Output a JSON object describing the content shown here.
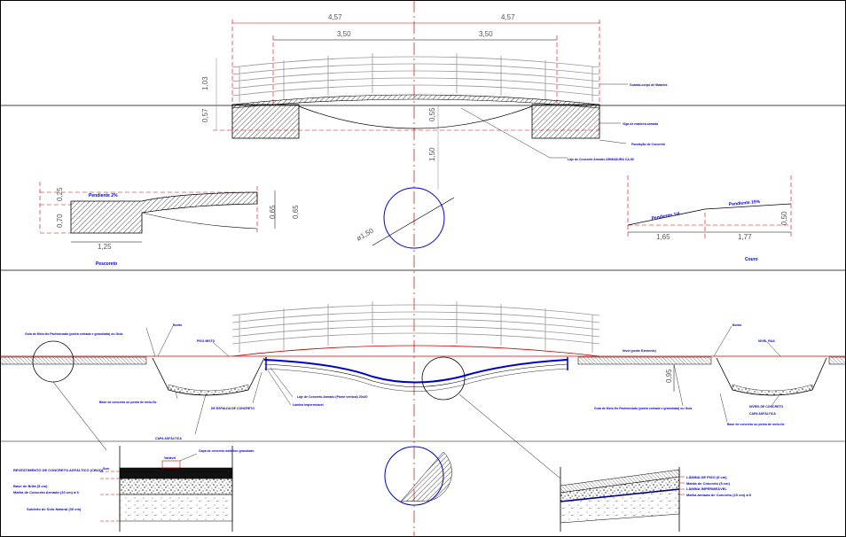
{
  "top_view": {
    "dim_4_57_left": "4,57",
    "dim_4_57_right": "4,57",
    "dim_3_50_left": "3,50",
    "dim_3_50_right": "3,50",
    "dim_1_03": "1,03",
    "dim_0_57": "0,57",
    "dim_0_55": "0,55",
    "dim_1_50": "1,50",
    "label_railing": "Guarda-corpo de Madeira",
    "label_wood_beam": "Viga de madeira armada",
    "label_base": "Fundação de Concreto",
    "label_slab": "Laje de Concreto Armado ARMADURA CA-50"
  },
  "section_detail_left": {
    "slope_label": "Pendiente 2%",
    "dim_0_25": "0,25",
    "dim_0_70": "0,70",
    "dim_1_25": "1,25",
    "dim_0_65a": "0,65",
    "dim_0_65b": "0,65",
    "title": "Pescoreto"
  },
  "pipe_detail": {
    "dim_phi": "ø1,50"
  },
  "section_detail_right": {
    "slope_1": "Pendiente 1/4",
    "slope_2": "Pendiente 15%",
    "dim_1_65": "1,65",
    "dim_1_77": "1,77",
    "dim_0_50": "0,50",
    "title": "Couro"
  },
  "elevation": {
    "label_left_1": "Guia de Meio-fio Padronizado (pedra cortada e granulada) ou Guia",
    "label_left_2": "Bordo",
    "label_left_3": "PISO MISTO",
    "label_left_4": "Base de concreto ou pedra de meio-fio",
    "label_left_5": "DE ESPALDA DE CONCRETO",
    "label_left_6": "CAPA ASFÁLTICA",
    "label_center_1": "Laje de Concreto Armado (Ponte vertical) 20x20",
    "label_center_2": "Lâmina impermeável",
    "label_right_1": "Guia de Meio-fio Padronizado (pedra cortada e granulada) ou Guia",
    "label_right_2": "Bordo",
    "label_right_3": "Nível (ponte Existente)",
    "label_right_4": "NÍVEL RUA",
    "label_right_5": "NÍVEIS DE CONCRETO",
    "label_right_6": "CAPA ASFÁLTICA",
    "label_right_7": "Base de concreto ou pedra de meio-fio",
    "dim_0_95": "0,95"
  },
  "detail_left": {
    "layer_1": "REVESTIMENTO DE CONCRETO ASFÁLTICO (CBUQ)",
    "layer_2": "Base de Brita (5 cm)",
    "layer_3": "Malha de Concreto Armado (10 cm) ø 6",
    "layer_4": "Subleito de Solo Natural (30 cm)",
    "callout_1": "Variável",
    "callout_2": "Capa de concreto asfáltico granulado",
    "tag": "5cm"
  },
  "detail_right": {
    "layer_1": "LÂMINA DE PISO (5 cm)",
    "layer_2": "Manta de Concreto (5 cm)",
    "layer_3": "LÂMINA IMPERMEÁVEL",
    "layer_4": "Malha armada de Concreto (10 cm) ø 6"
  }
}
